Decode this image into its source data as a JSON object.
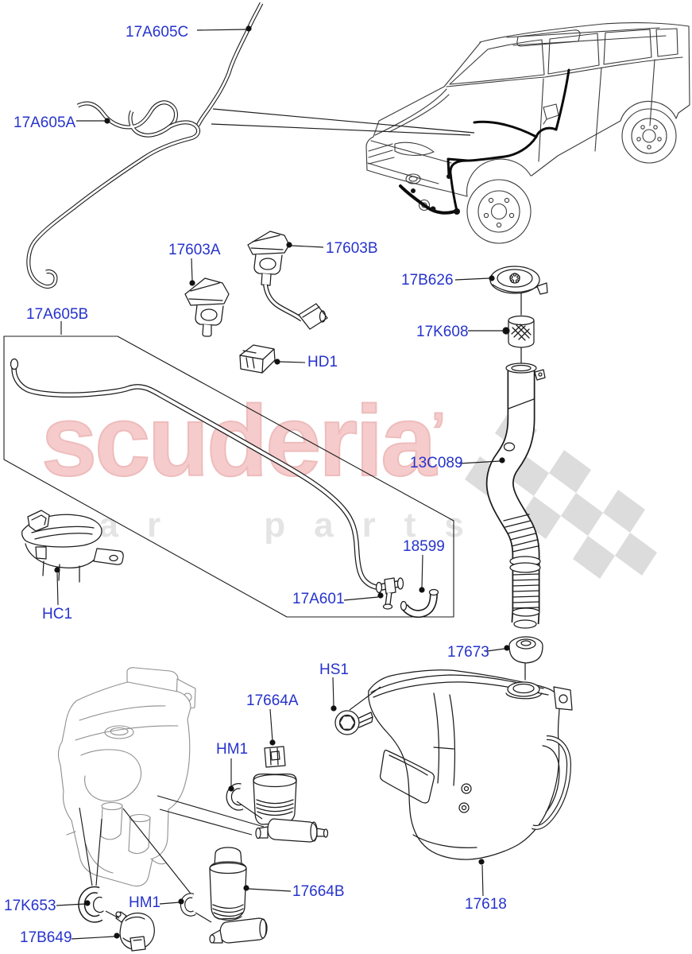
{
  "colors": {
    "label_blue": "#2633cc",
    "line_black": "#1c1c1c",
    "ghost_gray": "#8f8f8f",
    "watermark_pink": "#f6cbcb",
    "watermark_gray": "#e4e4e4",
    "flag_gray": "#dcdcdc"
  },
  "watermark": {
    "brand": "scuderia",
    "mark": "’",
    "subtext": "car parts"
  },
  "labels": {
    "a605c": {
      "text": "17A605C"
    },
    "a605a": {
      "text": "17A605A"
    },
    "j17603a": {
      "text": "17603A"
    },
    "j17603b": {
      "text": "17603B"
    },
    "b626": {
      "text": "17B626"
    },
    "k608": {
      "text": "17K608"
    },
    "hd1": {
      "text": "HD1"
    },
    "a605b": {
      "text": "17A605B"
    },
    "c089": {
      "text": "13C089"
    },
    "n18599": {
      "text": "18599"
    },
    "a601": {
      "text": "17A601"
    },
    "hc1": {
      "text": "HC1"
    },
    "n17673": {
      "text": "17673"
    },
    "hs1": {
      "text": "HS1"
    },
    "p17664a": {
      "text": "17664A"
    },
    "hm1a": {
      "text": "HM1"
    },
    "p17664b": {
      "text": "17664B"
    },
    "hm1b": {
      "text": "HM1"
    },
    "k653": {
      "text": "17K653"
    },
    "b649": {
      "text": "17B649"
    },
    "t17618": {
      "text": "17618"
    }
  }
}
